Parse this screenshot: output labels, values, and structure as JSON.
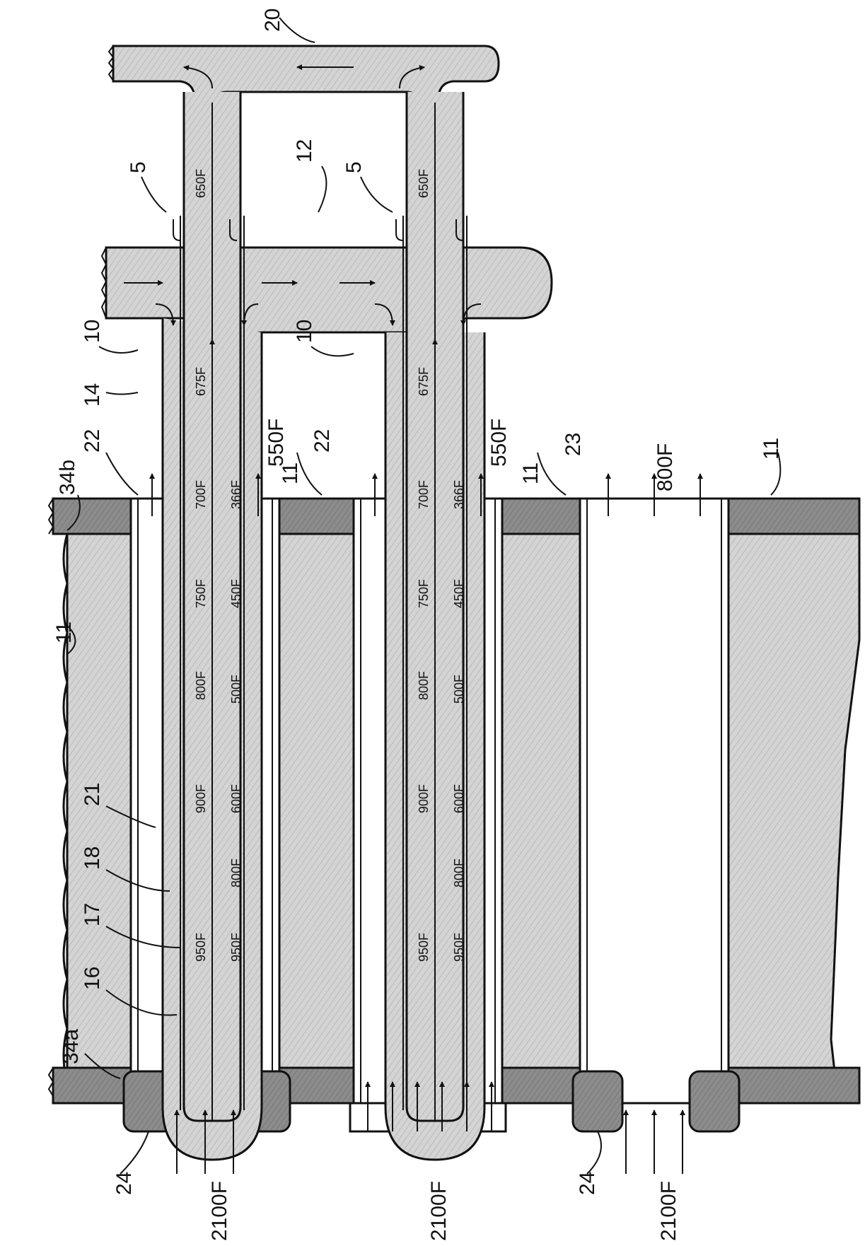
{
  "reference_labels": {
    "r20": "20",
    "r12": "12",
    "r5a": "5",
    "r5b": "5",
    "r10a": "10",
    "r10b": "10",
    "r14": "14",
    "r34b": "34b",
    "r22a": "22",
    "r22b": "22",
    "r11a": "11",
    "r11b": "11",
    "r11c": "11",
    "r11d": "11",
    "r23": "23",
    "r21": "21",
    "r18": "18",
    "r17": "17",
    "r16": "16",
    "r34a": "34a",
    "r24a": "24",
    "r24b": "24"
  },
  "outlet_temperatures": {
    "left": "550F",
    "middle": "550F",
    "right": "800F"
  },
  "inlet_temperatures": {
    "left": "2100F",
    "middle": "2100F",
    "right": "2100F"
  },
  "bayonet_a": {
    "inner": [
      "650F",
      "675F",
      "700F",
      "750F",
      "800F",
      "900F",
      "950F"
    ],
    "annulus": [
      "366F",
      "450F",
      "500F",
      "600F",
      "800F",
      "950F"
    ]
  },
  "bayonet_b": {
    "inner": [
      "650F",
      "675F",
      "700F",
      "750F",
      "800F",
      "900F",
      "950F"
    ],
    "annulus": [
      "366F",
      "450F",
      "500F",
      "600F",
      "800F",
      "950F"
    ]
  }
}
